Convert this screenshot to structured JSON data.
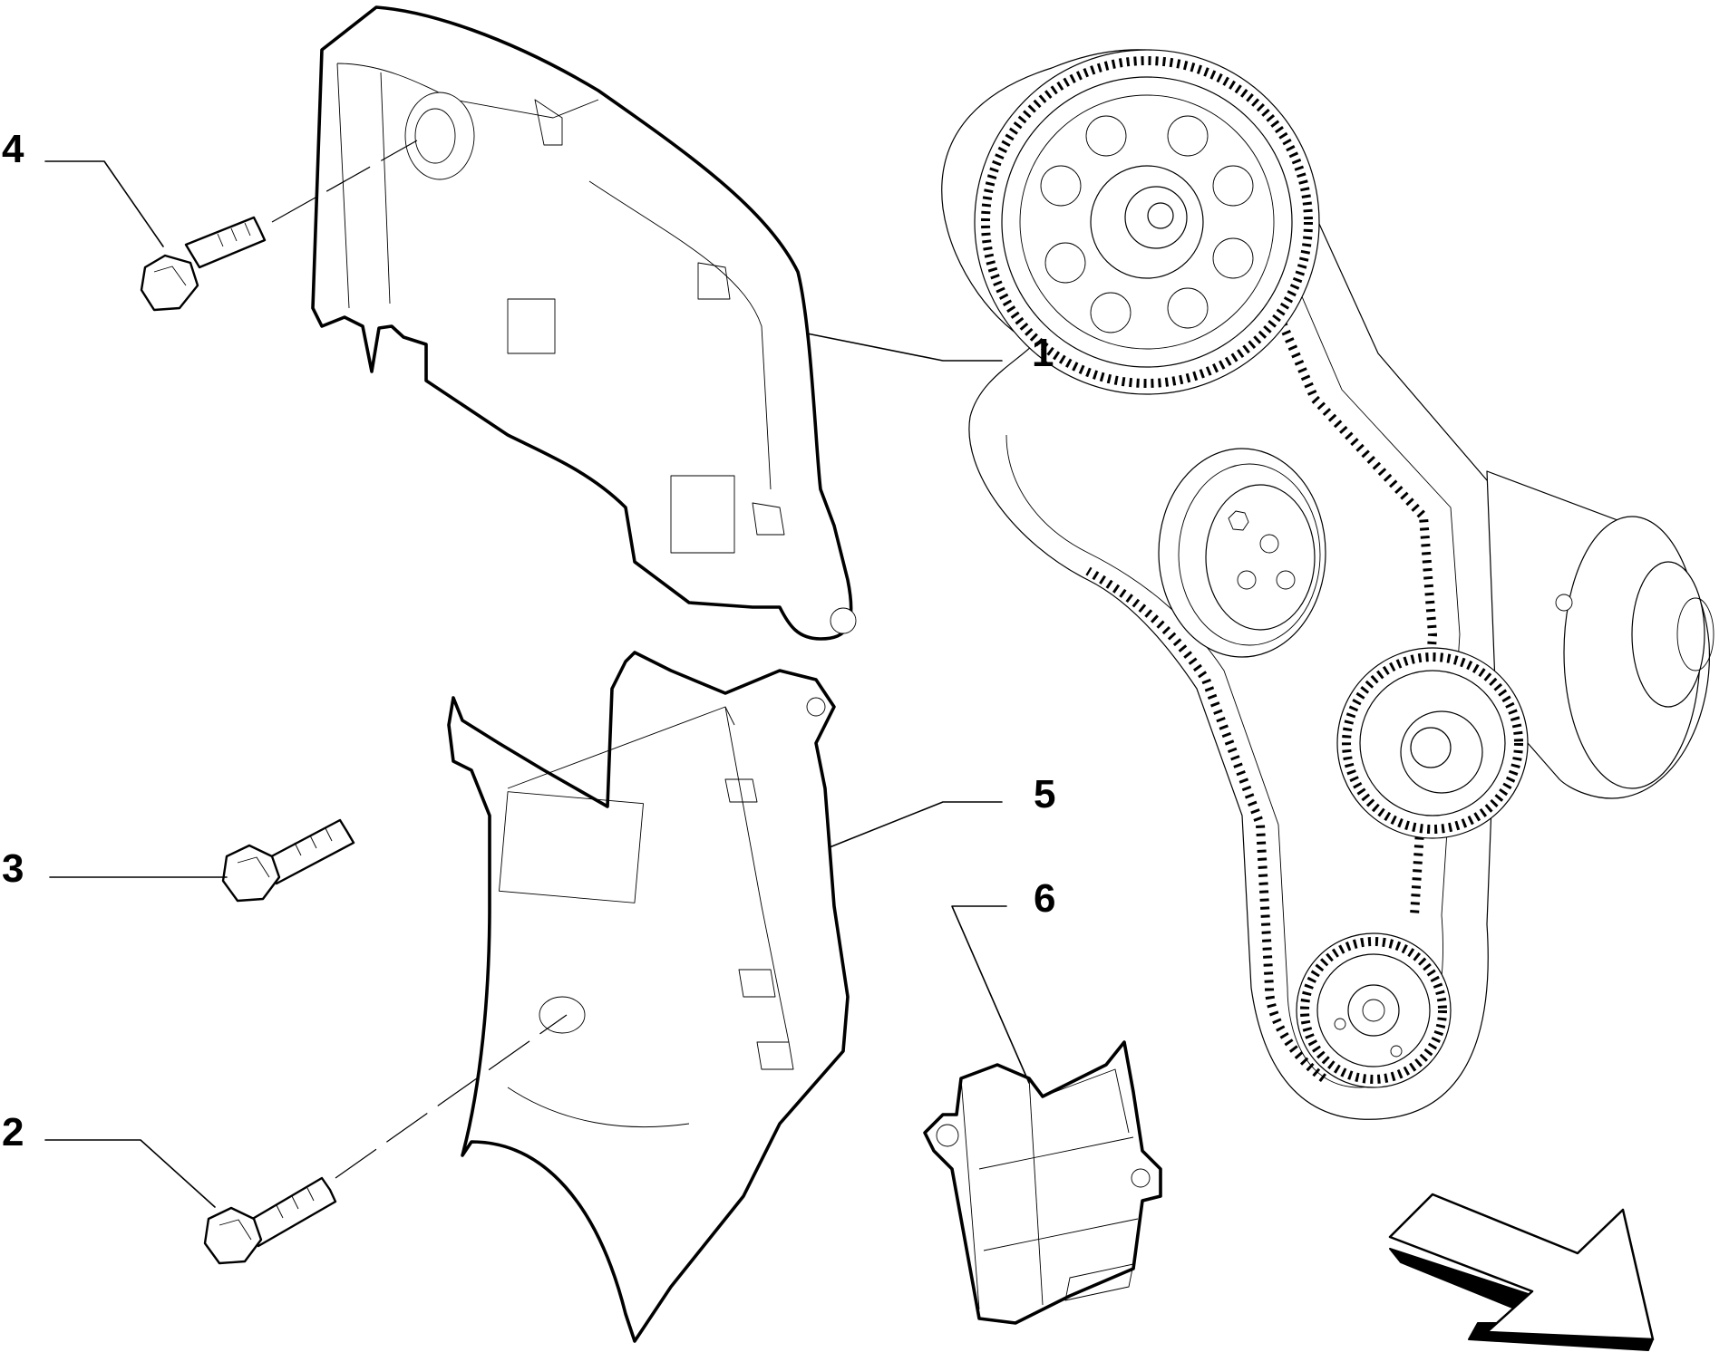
{
  "callouts": [
    {
      "id": "1",
      "label": "1"
    },
    {
      "id": "2",
      "label": "2"
    },
    {
      "id": "3",
      "label": "3"
    },
    {
      "id": "4",
      "label": "4"
    },
    {
      "id": "5",
      "label": "5"
    },
    {
      "id": "6",
      "label": "6"
    }
  ],
  "icons": {
    "direction_arrow": "direction-arrow-icon"
  }
}
